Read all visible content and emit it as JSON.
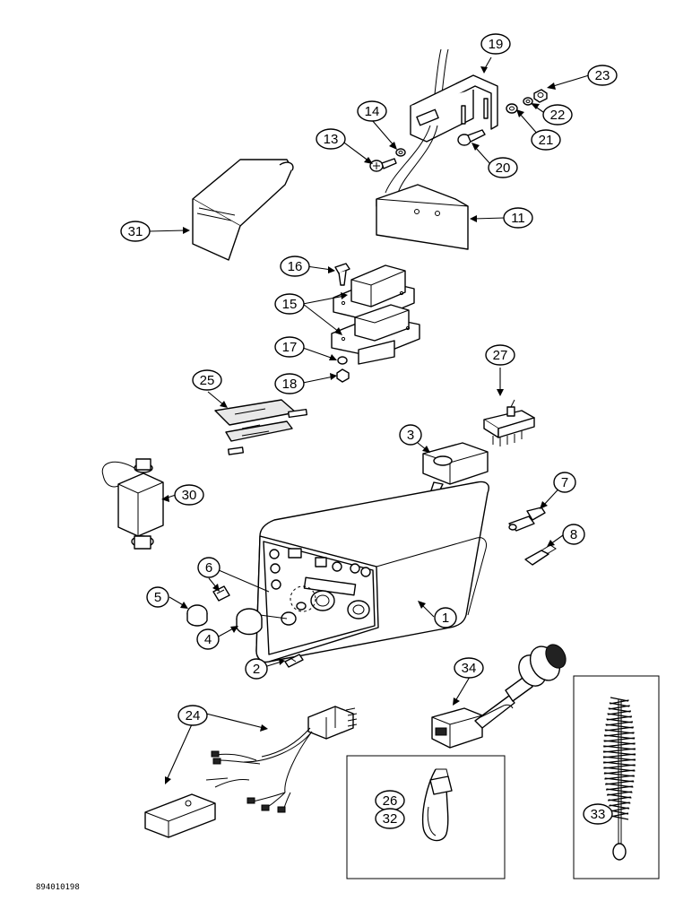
{
  "diagram": {
    "callouts": [
      {
        "id": "c1",
        "label": "1"
      },
      {
        "id": "c2",
        "label": "2"
      },
      {
        "id": "c3",
        "label": "3"
      },
      {
        "id": "c4",
        "label": "4"
      },
      {
        "id": "c5",
        "label": "5"
      },
      {
        "id": "c6",
        "label": "6"
      },
      {
        "id": "c7",
        "label": "7"
      },
      {
        "id": "c8",
        "label": "8"
      },
      {
        "id": "c11",
        "label": "11"
      },
      {
        "id": "c13",
        "label": "13"
      },
      {
        "id": "c14",
        "label": "14"
      },
      {
        "id": "c15",
        "label": "15"
      },
      {
        "id": "c16",
        "label": "16"
      },
      {
        "id": "c17",
        "label": "17"
      },
      {
        "id": "c18",
        "label": "18"
      },
      {
        "id": "c19",
        "label": "19"
      },
      {
        "id": "c20",
        "label": "20"
      },
      {
        "id": "c21",
        "label": "21"
      },
      {
        "id": "c22",
        "label": "22"
      },
      {
        "id": "c23",
        "label": "23"
      },
      {
        "id": "c24",
        "label": "24"
      },
      {
        "id": "c25",
        "label": "25"
      },
      {
        "id": "c26",
        "label": "26"
      },
      {
        "id": "c27",
        "label": "27"
      },
      {
        "id": "c30",
        "label": "30"
      },
      {
        "id": "c31",
        "label": "31"
      },
      {
        "id": "c32",
        "label": "32"
      },
      {
        "id": "c33",
        "label": "33"
      },
      {
        "id": "c34",
        "label": "34"
      }
    ],
    "figure_code": "894010198"
  }
}
